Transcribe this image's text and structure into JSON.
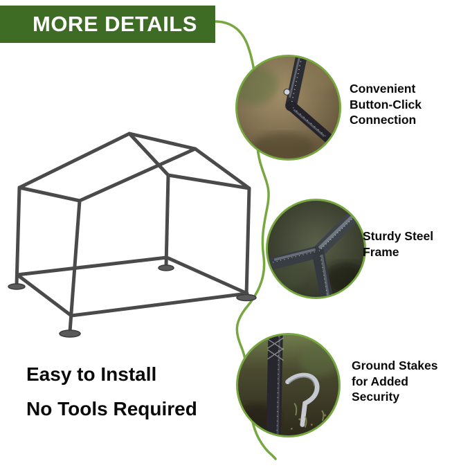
{
  "banner": {
    "title": "MORE DETAILS"
  },
  "colors": {
    "banner_green": "#3f6c24",
    "accent_green": "#77a73f",
    "frame_gray": "#4a4a4a",
    "text_black": "#0a0a0a"
  },
  "callouts": [
    {
      "label": "Convenient Button-Click Connection",
      "label_lines": [
        "Convenient",
        "Button-Click",
        "Connection"
      ],
      "photo_alt": "close-up photo of button-click tube connection"
    },
    {
      "label": "Sturdy Steel Frame",
      "label_lines": [
        "Sturdy Steel",
        "Frame"
      ],
      "photo_alt": "close-up photo of steel frame corner joint"
    },
    {
      "label": "Ground Stakes for Added Security",
      "label_lines": [
        "Ground Stakes",
        "for Added",
        "Security"
      ],
      "photo_alt": "close-up photo of ground stake anchoring frame leg"
    }
  ],
  "footer": {
    "line1": "Easy to Install",
    "line2": "No Tools Required"
  }
}
